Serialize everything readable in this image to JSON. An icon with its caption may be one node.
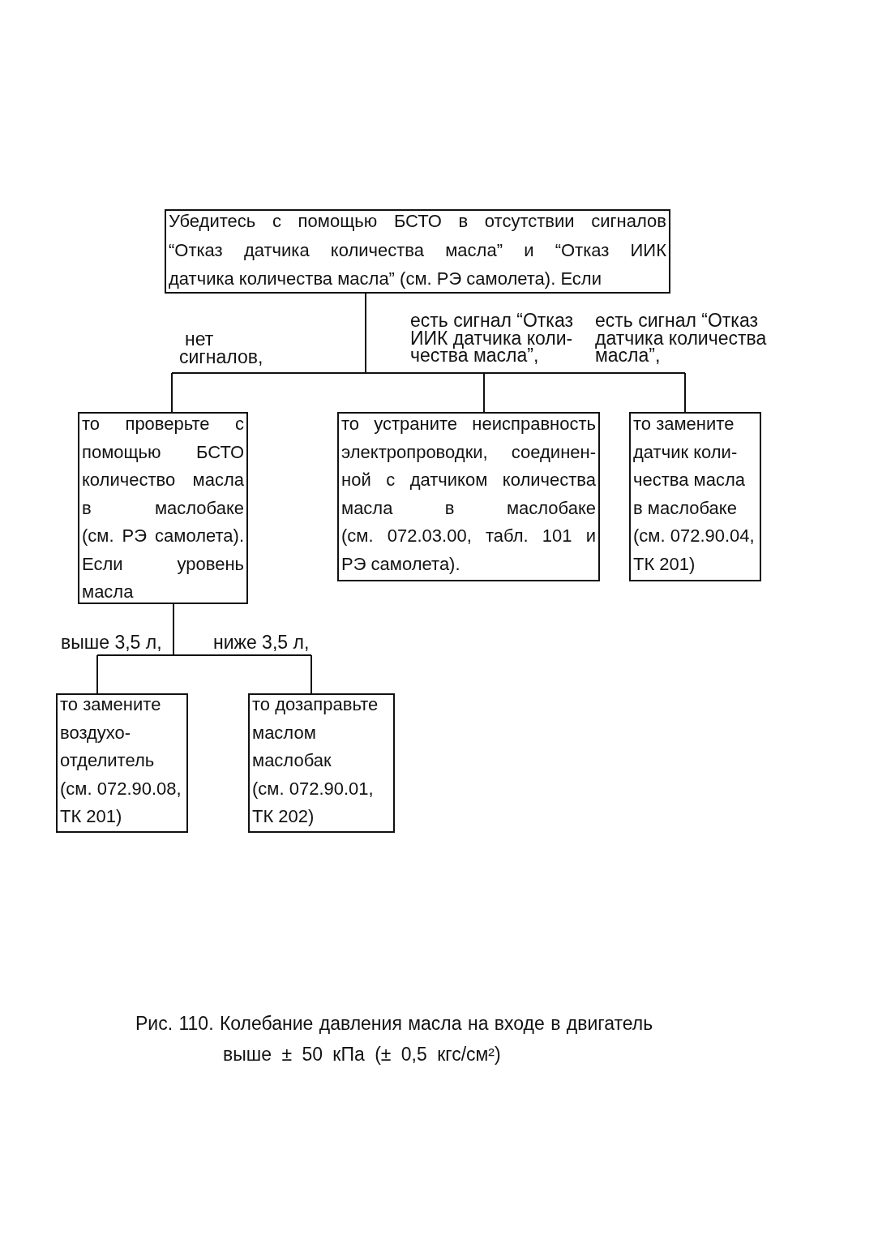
{
  "diagram": {
    "caption": "Рис. 110. Колебание давления масла на входе в двигатель выше ± 50 кПа (± 0,5 кгс/см²)",
    "nodes": [
      {
        "text": [
          "Убедитесь с помощью БСТО в отсутствии сигналов “Отказ датчика количества масла” и “Отказ ИИК датчика количества масла” (см. РЭ самолета). Если"
        ]
      },
      {
        "text": [
          "то проверьте с помощью БСТО количество масла в маслобаке (см. РЭ самолета). Если уровень масла"
        ]
      },
      {
        "text": [
          "то устраните неисправность электропроводки, соединен-ной с датчиком количества масла в маслобаке (см. 072.03.00, табл. 101 и РЭ самолета)."
        ]
      },
      {
        "text": [
          "то замените датчик коли-чества масла в маслобаке (см. 072.90.04, ТК 201)"
        ]
      },
      {
        "text": [
          "то замените воздухо-отделитель (см. 072.90.08, ТК 201)"
        ]
      },
      {
        "text": [
          "то дозаправьте маслом маслобак (см. 072.90.01, ТК 202)"
        ]
      }
    ],
    "edges": [
      {
        "from": 0,
        "to": 1,
        "arrow": "none",
        "label": "нет сигналов,"
      },
      {
        "from": 0,
        "to": 2,
        "arrow": "none",
        "label": "есть сигнал “Отказ ИИК датчика коли-чества масла”,"
      },
      {
        "from": 0,
        "to": 3,
        "arrow": "none",
        "label": "есть сигнал “Отказ датчика количества масла”,"
      },
      {
        "from": 1,
        "to": 4,
        "arrow": "none",
        "label": "выше 3,5 л,"
      },
      {
        "from": 1,
        "to": 5,
        "arrow": "none",
        "label": "ниже 3,5 л,"
      }
    ]
  }
}
